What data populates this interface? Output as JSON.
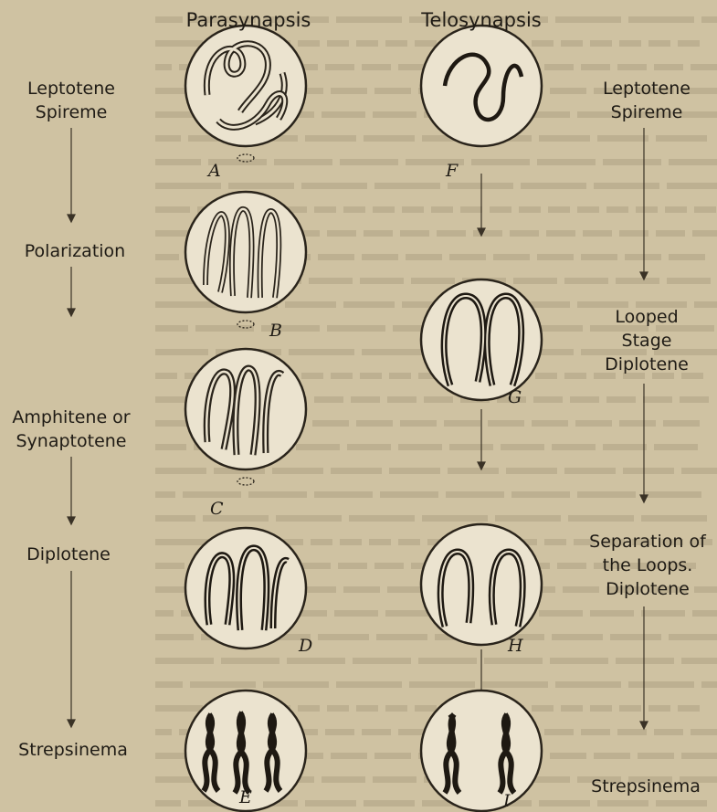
{
  "columns": {
    "left": "Parasynapsis",
    "right": "Telosynapsis"
  },
  "left_stages": [
    "Leptotene Spireme",
    "Polarization",
    "Amphitene or Synaptotene",
    "Diplotene",
    "Strepsinema"
  ],
  "right_stages": [
    "Leptotene Spireme",
    "Looped Stage Diplotene",
    "Separation of the Loops. Diplotene",
    "Strepsinema"
  ],
  "figure_letters": [
    "A",
    "B",
    "C",
    "D",
    "E",
    "F",
    "G",
    "H",
    "I"
  ],
  "colors": {
    "paper": "#cfc2a2",
    "ink": "#1f1b15",
    "cell_fill": "#ebe3cf",
    "background_text": "#8e8166"
  }
}
